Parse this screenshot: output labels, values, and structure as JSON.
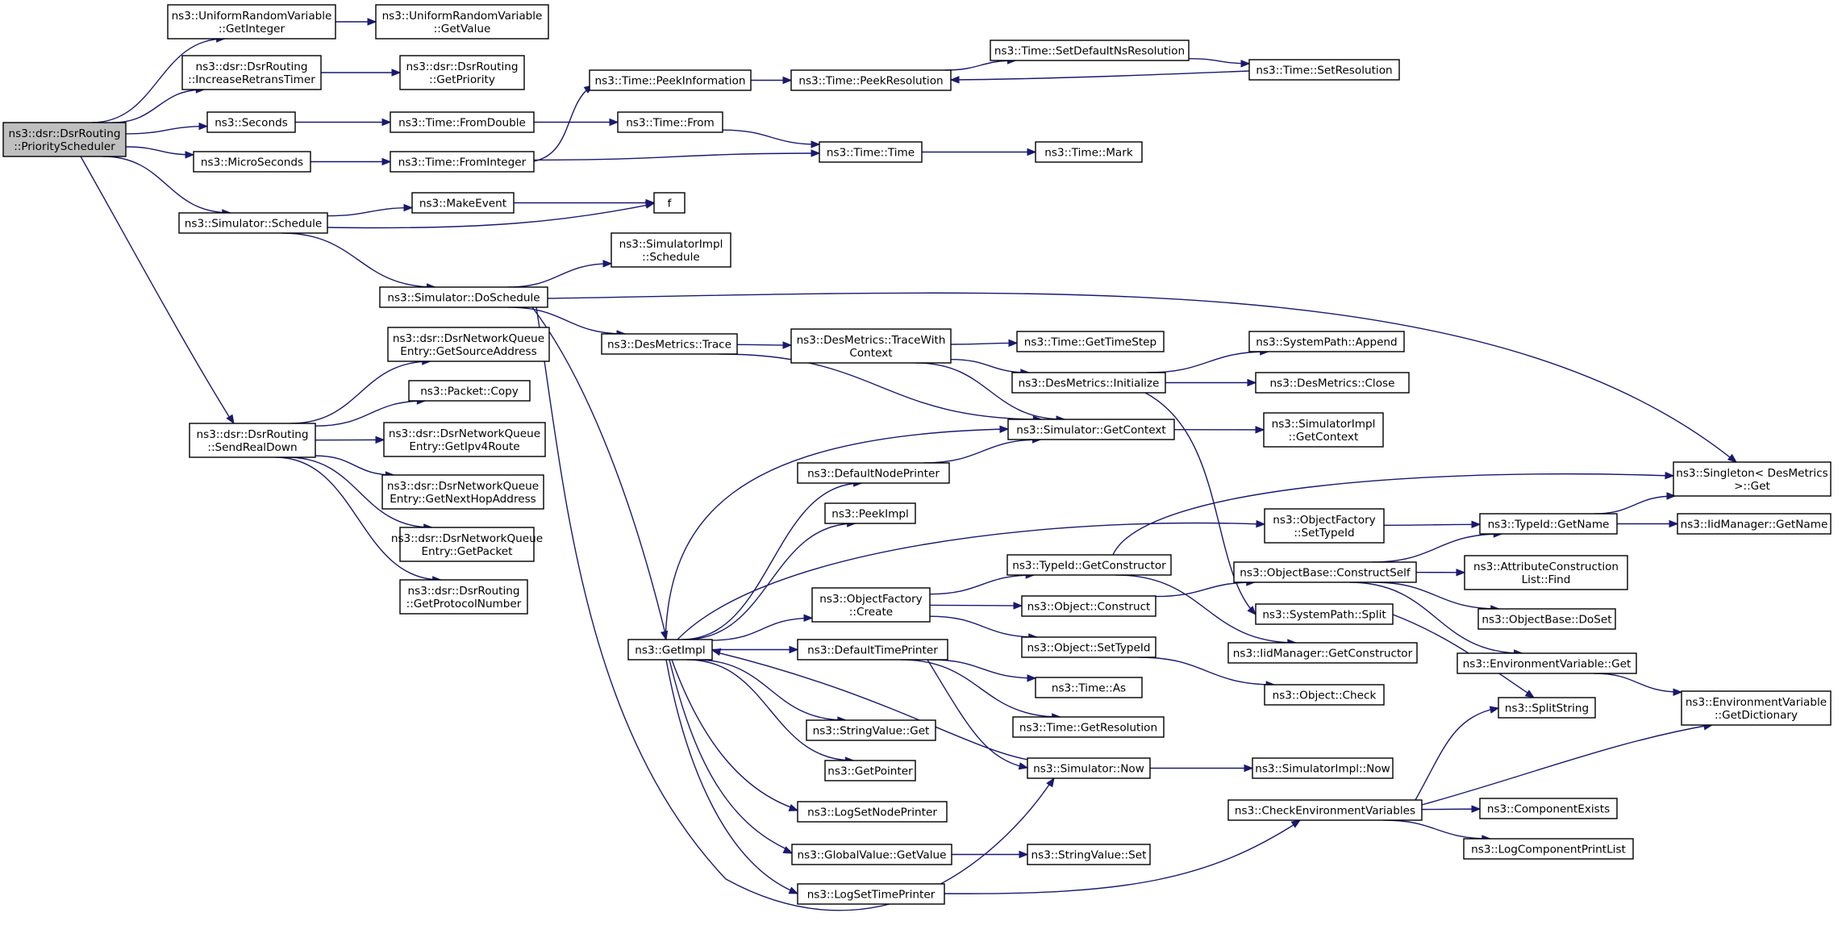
{
  "colors": {
    "edge": "#191970",
    "node_fill": "#ffffff",
    "node_border": "#000000",
    "root_fill": "#bfbfbf",
    "truncated_border": "#ff0000"
  },
  "nodes": [
    {
      "id": "root",
      "lines": [
        "ns3::dsr::DsrRouting",
        "::PriorityScheduler"
      ],
      "root": true
    },
    {
      "id": "urvGetInteger",
      "lines": [
        "ns3::UniformRandomVariable",
        "::GetInteger"
      ]
    },
    {
      "id": "urvGetValue",
      "lines": [
        "ns3::UniformRandomVariable",
        "::GetValue"
      ]
    },
    {
      "id": "incRetrans",
      "lines": [
        "ns3::dsr::DsrRouting",
        "::IncreaseRetransTimer"
      ]
    },
    {
      "id": "getPriority",
      "lines": [
        "ns3::dsr::DsrRouting",
        "::GetPriority"
      ]
    },
    {
      "id": "seconds",
      "lines": [
        "ns3::Seconds"
      ]
    },
    {
      "id": "microSeconds",
      "lines": [
        "ns3::MicroSeconds"
      ]
    },
    {
      "id": "simSchedule",
      "lines": [
        "ns3::Simulator::Schedule"
      ]
    },
    {
      "id": "sendRealDown",
      "lines": [
        "ns3::dsr::DsrRouting",
        "::SendRealDown"
      ]
    },
    {
      "id": "timeFromDouble",
      "lines": [
        "ns3::Time::FromDouble"
      ]
    },
    {
      "id": "timeFromInteger",
      "lines": [
        "ns3::Time::FromInteger"
      ]
    },
    {
      "id": "makeEvent",
      "lines": [
        "ns3::MakeEvent"
      ]
    },
    {
      "id": "f",
      "lines": [
        "f"
      ]
    },
    {
      "id": "simImplSchedule",
      "lines": [
        "ns3::SimulatorImpl",
        "::Schedule"
      ]
    },
    {
      "id": "simDoSchedule",
      "lines": [
        "ns3::Simulator::DoSchedule"
      ]
    },
    {
      "id": "getSourceAddress",
      "lines": [
        "ns3::dsr::DsrNetworkQueue",
        "Entry::GetSourceAddress"
      ]
    },
    {
      "id": "packetCopy",
      "lines": [
        "ns3::Packet::Copy"
      ]
    },
    {
      "id": "getIpv4Route",
      "lines": [
        "ns3::dsr::DsrNetworkQueue",
        "Entry::GetIpv4Route"
      ]
    },
    {
      "id": "getNextHop",
      "lines": [
        "ns3::dsr::DsrNetworkQueue",
        "Entry::GetNextHopAddress"
      ]
    },
    {
      "id": "getPacket",
      "lines": [
        "ns3::dsr::DsrNetworkQueue",
        "Entry::GetPacket"
      ]
    },
    {
      "id": "getProtocolNumber",
      "lines": [
        "ns3::dsr::DsrRouting",
        "::GetProtocolNumber"
      ]
    },
    {
      "id": "timePeekInfo",
      "lines": [
        "ns3::Time::PeekInformation"
      ]
    },
    {
      "id": "timeFrom",
      "lines": [
        "ns3::Time::From"
      ]
    },
    {
      "id": "timePeekRes",
      "lines": [
        "ns3::Time::PeekResolution"
      ]
    },
    {
      "id": "timeSetDefaultNs",
      "lines": [
        "ns3::Time::SetDefaultNsResolution"
      ]
    },
    {
      "id": "timeSetRes",
      "lines": [
        "ns3::Time::SetResolution"
      ]
    },
    {
      "id": "timeTime",
      "lines": [
        "ns3::Time::Time"
      ]
    },
    {
      "id": "timeMark",
      "lines": [
        "ns3::Time::Mark"
      ]
    },
    {
      "id": "desTrace",
      "lines": [
        "ns3::DesMetrics::Trace"
      ]
    },
    {
      "id": "desTraceWith",
      "lines": [
        "ns3::DesMetrics::TraceWith",
        "Context"
      ]
    },
    {
      "id": "timeGetTimeStep",
      "lines": [
        "ns3::Time::GetTimeStep"
      ]
    },
    {
      "id": "sysAppend",
      "lines": [
        "ns3::SystemPath::Append"
      ]
    },
    {
      "id": "desInit",
      "lines": [
        "ns3::DesMetrics::Initialize"
      ]
    },
    {
      "id": "desClose",
      "lines": [
        "ns3::DesMetrics::Close"
      ]
    },
    {
      "id": "simGetContext",
      "lines": [
        "ns3::Simulator::GetContext"
      ]
    },
    {
      "id": "simImplGetContext",
      "lines": [
        "ns3::SimulatorImpl",
        "::GetContext"
      ]
    },
    {
      "id": "defNodePrinter",
      "lines": [
        "ns3::DefaultNodePrinter"
      ]
    },
    {
      "id": "peekImpl",
      "lines": [
        "ns3::PeekImpl"
      ]
    },
    {
      "id": "singletonGet",
      "lines": [
        "ns3::Singleton< DesMetrics",
        " >::Get"
      ]
    },
    {
      "id": "ofSetTypeId",
      "lines": [
        "ns3::ObjectFactory",
        "::SetTypeId"
      ]
    },
    {
      "id": "typeIdGetName",
      "lines": [
        "ns3::TypeId::GetName"
      ]
    },
    {
      "id": "iidGetName",
      "lines": [
        "ns3::IidManager::GetName"
      ],
      "truncated": true
    },
    {
      "id": "typeIdGetCtor",
      "lines": [
        "ns3::TypeId::GetConstructor"
      ]
    },
    {
      "id": "objBaseCtorSelf",
      "lines": [
        "ns3::ObjectBase::ConstructSelf"
      ],
      "truncated": true
    },
    {
      "id": "attrListFind",
      "lines": [
        "ns3::AttributeConstruction",
        "List::Find"
      ]
    },
    {
      "id": "ofCreate",
      "lines": [
        "ns3::ObjectFactory",
        "::Create"
      ]
    },
    {
      "id": "objConstruct",
      "lines": [
        "ns3::Object::Construct"
      ]
    },
    {
      "id": "sysSplit",
      "lines": [
        "ns3::SystemPath::Split"
      ]
    },
    {
      "id": "objBaseDoSet",
      "lines": [
        "ns3::ObjectBase::DoSet"
      ]
    },
    {
      "id": "getImpl",
      "lines": [
        "ns3::GetImpl"
      ]
    },
    {
      "id": "defTimePrinter",
      "lines": [
        "ns3::DefaultTimePrinter"
      ]
    },
    {
      "id": "objSetTypeId",
      "lines": [
        "ns3::Object::SetTypeId"
      ]
    },
    {
      "id": "iidGetCtor",
      "lines": [
        "ns3::IidManager::GetConstructor"
      ],
      "truncated": true
    },
    {
      "id": "envGet",
      "lines": [
        "ns3::EnvironmentVariable::Get"
      ]
    },
    {
      "id": "timeAs",
      "lines": [
        "ns3::Time::As"
      ]
    },
    {
      "id": "objCheck",
      "lines": [
        "ns3::Object::Check"
      ],
      "truncated": true
    },
    {
      "id": "envGetDict",
      "lines": [
        "ns3::EnvironmentVariable",
        "::GetDictionary"
      ],
      "truncated": true
    },
    {
      "id": "splitString",
      "lines": [
        "ns3::SplitString"
      ]
    },
    {
      "id": "stringValueGet",
      "lines": [
        "ns3::StringValue::Get"
      ]
    },
    {
      "id": "timeGetRes",
      "lines": [
        "ns3::Time::GetResolution"
      ]
    },
    {
      "id": "getPointer",
      "lines": [
        "ns3::GetPointer"
      ]
    },
    {
      "id": "simNow",
      "lines": [
        "ns3::Simulator::Now"
      ]
    },
    {
      "id": "simImplNow",
      "lines": [
        "ns3::SimulatorImpl::Now"
      ]
    },
    {
      "id": "logSetNodePrinter",
      "lines": [
        "ns3::LogSetNodePrinter"
      ]
    },
    {
      "id": "checkEnv",
      "lines": [
        "ns3::CheckEnvironmentVariables"
      ]
    },
    {
      "id": "componentExists",
      "lines": [
        "ns3::ComponentExists"
      ],
      "truncated": true
    },
    {
      "id": "logCompPrintList",
      "lines": [
        "ns3::LogComponentPrintList"
      ],
      "truncated": true
    },
    {
      "id": "gvGetValue",
      "lines": [
        "ns3::GlobalValue::GetValue"
      ]
    },
    {
      "id": "stringValueSet",
      "lines": [
        "ns3::StringValue::Set"
      ]
    },
    {
      "id": "logSetTimePrinter",
      "lines": [
        "ns3::LogSetTimePrinter"
      ]
    }
  ],
  "edges": [
    [
      "root",
      "urvGetInteger"
    ],
    [
      "root",
      "incRetrans"
    ],
    [
      "root",
      "seconds"
    ],
    [
      "root",
      "microSeconds"
    ],
    [
      "root",
      "simSchedule"
    ],
    [
      "root",
      "sendRealDown"
    ],
    [
      "urvGetInteger",
      "urvGetValue"
    ],
    [
      "incRetrans",
      "getPriority"
    ],
    [
      "seconds",
      "timeFromDouble"
    ],
    [
      "microSeconds",
      "timeFromInteger"
    ],
    [
      "timeFromDouble",
      "timeFrom"
    ],
    [
      "timeFromInteger",
      "timePeekInfo"
    ],
    [
      "timeFromInteger",
      "timeTime"
    ],
    [
      "timePeekInfo",
      "timePeekRes"
    ],
    [
      "timeFrom",
      "timeTime"
    ],
    [
      "timePeekRes",
      "timeSetDefaultNs"
    ],
    [
      "timeSetDefaultNs",
      "timeSetRes"
    ],
    [
      "timeSetRes",
      "timePeekRes"
    ],
    [
      "timeTime",
      "timeMark"
    ],
    [
      "simSchedule",
      "makeEvent"
    ],
    [
      "simSchedule",
      "f"
    ],
    [
      "simSchedule",
      "simDoSchedule"
    ],
    [
      "makeEvent",
      "f"
    ],
    [
      "simDoSchedule",
      "simImplSchedule"
    ],
    [
      "simDoSchedule",
      "singletonGet"
    ],
    [
      "simDoSchedule",
      "desTrace"
    ],
    [
      "simDoSchedule",
      "getImpl"
    ],
    [
      "simDoSchedule",
      "simNow"
    ],
    [
      "sendRealDown",
      "getSourceAddress"
    ],
    [
      "sendRealDown",
      "packetCopy"
    ],
    [
      "sendRealDown",
      "getIpv4Route"
    ],
    [
      "sendRealDown",
      "getNextHop"
    ],
    [
      "sendRealDown",
      "getPacket"
    ],
    [
      "sendRealDown",
      "getProtocolNumber"
    ],
    [
      "desTrace",
      "desTraceWith"
    ],
    [
      "desTrace",
      "simGetContext"
    ],
    [
      "desTraceWith",
      "timeGetTimeStep"
    ],
    [
      "desTraceWith",
      "desInit"
    ],
    [
      "desTraceWith",
      "simGetContext"
    ],
    [
      "desInit",
      "sysAppend"
    ],
    [
      "desInit",
      "desClose"
    ],
    [
      "desInit",
      "sysSplit"
    ],
    [
      "simGetContext",
      "simImplGetContext"
    ],
    [
      "getImpl",
      "simGetContext"
    ],
    [
      "getImpl",
      "defNodePrinter"
    ],
    [
      "getImpl",
      "peekImpl"
    ],
    [
      "getImpl",
      "ofSetTypeId"
    ],
    [
      "getImpl",
      "ofCreate"
    ],
    [
      "getImpl",
      "defTimePrinter"
    ],
    [
      "getImpl",
      "stringValueGet"
    ],
    [
      "getImpl",
      "getPointer"
    ],
    [
      "getImpl",
      "logSetNodePrinter"
    ],
    [
      "getImpl",
      "gvGetValue"
    ],
    [
      "getImpl",
      "logSetTimePrinter"
    ],
    [
      "defNodePrinter",
      "simGetContext"
    ],
    [
      "ofSetTypeId",
      "typeIdGetName"
    ],
    [
      "typeIdGetName",
      "singletonGet"
    ],
    [
      "typeIdGetName",
      "iidGetName"
    ],
    [
      "typeIdGetCtor",
      "singletonGet"
    ],
    [
      "typeIdGetCtor",
      "iidGetCtor"
    ],
    [
      "ofCreate",
      "typeIdGetCtor"
    ],
    [
      "ofCreate",
      "objConstruct"
    ],
    [
      "ofCreate",
      "objSetTypeId"
    ],
    [
      "objConstruct",
      "objBaseCtorSelf"
    ],
    [
      "objBaseCtorSelf",
      "typeIdGetName"
    ],
    [
      "objBaseCtorSelf",
      "attrListFind"
    ],
    [
      "objBaseCtorSelf",
      "objBaseDoSet"
    ],
    [
      "objBaseCtorSelf",
      "envGet"
    ],
    [
      "envGet",
      "envGetDict"
    ],
    [
      "sysSplit",
      "splitString"
    ],
    [
      "objSetTypeId",
      "objCheck"
    ],
    [
      "defTimePrinter",
      "timeAs"
    ],
    [
      "defTimePrinter",
      "timeGetRes"
    ],
    [
      "defTimePrinter",
      "simNow"
    ],
    [
      "simNow",
      "getImpl"
    ],
    [
      "simNow",
      "simImplNow"
    ],
    [
      "checkEnv",
      "splitString"
    ],
    [
      "checkEnv",
      "envGetDict"
    ],
    [
      "checkEnv",
      "componentExists"
    ],
    [
      "checkEnv",
      "logCompPrintList"
    ],
    [
      "gvGetValue",
      "stringValueSet"
    ],
    [
      "logSetTimePrinter",
      "checkEnv"
    ]
  ]
}
